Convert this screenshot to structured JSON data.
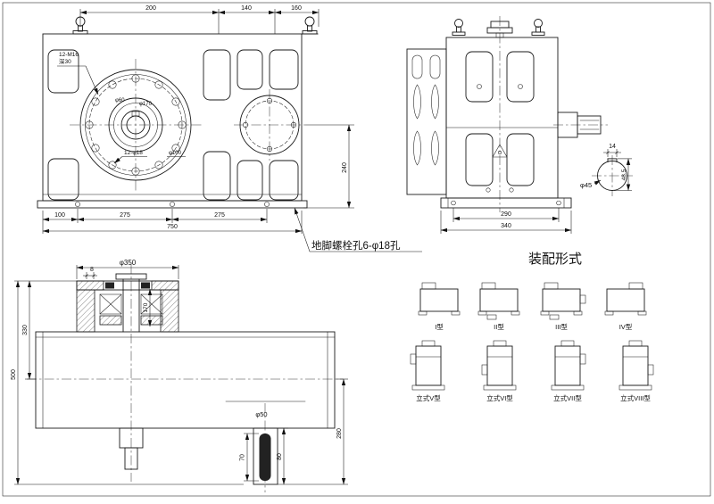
{
  "front_view": {
    "dim_top_200": "200",
    "dim_top_140": "140",
    "dim_top_160": "160",
    "dim_height_240": "240",
    "dim_bottom_100": "100",
    "dim_bottom_275a": "275",
    "dim_bottom_275b": "275",
    "dim_total_750": "750",
    "note_tapped_holes": "12-M16",
    "note_depth": "深30",
    "label_phi60": "φ60",
    "label_phi170": "φ170",
    "label_12_phi18": "12-φ18",
    "label_phi100": "φ100"
  },
  "side_view": {
    "dim_290": "290",
    "dim_340": "340"
  },
  "shaft_detail": {
    "key_width_14": "14",
    "height_48_5": "48.5",
    "shaft_phi45": "φ45"
  },
  "anchor_bolt_note": "地脚螺栓孔6-φ18孔",
  "section_view": {
    "dim_phi350": "φ350",
    "dim_8": "8",
    "dim_170": "170",
    "dim_330": "330",
    "dim_500": "500",
    "dim_280": "280",
    "dim_phi50": "φ50",
    "dim_70": "70",
    "dim_80": "80"
  },
  "assembly": {
    "title": "装配形式",
    "type_labels": [
      "I型",
      "II型",
      "III型",
      "IV型",
      "立式V型",
      "立式VI型",
      "立式VII型",
      "立式VIII型"
    ]
  }
}
